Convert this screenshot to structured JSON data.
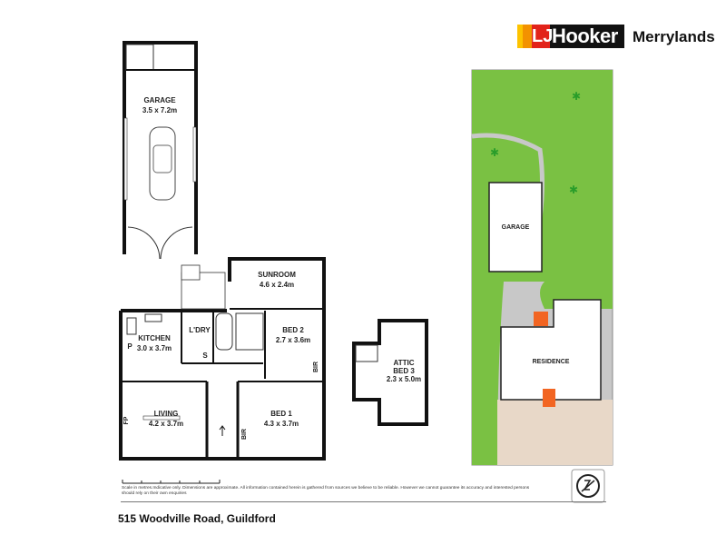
{
  "brand": {
    "logo_text": "LJ Hooker",
    "office": "Merrylands",
    "colors": {
      "red": "#e2231a",
      "orange": "#f39200",
      "yellow": "#fdc300",
      "black": "#111111"
    }
  },
  "rooms": {
    "garage": {
      "name": "GARAGE",
      "dims": "3.5 x 7.2m"
    },
    "sunroom": {
      "name": "SUNROOM",
      "dims": "4.6 x 2.4m"
    },
    "kitchen": {
      "name": "KITCHEN",
      "dims": "3.0 x 3.7m"
    },
    "laundry": {
      "name": "L'DRY"
    },
    "bed2": {
      "name": "BED 2",
      "dims": "2.7 x 3.6m"
    },
    "living": {
      "name": "LIVING",
      "dims": "4.2 x 3.7m"
    },
    "bed1": {
      "name": "BED 1",
      "dims": "4.3 x 3.7m"
    },
    "attic": {
      "name": "ATTIC",
      "name2": "BED 3",
      "dims": "2.3 x 5.0m"
    }
  },
  "fixtures": {
    "pantry": "P",
    "store": "S",
    "fireplace": "FP",
    "bir": "BIR"
  },
  "site": {
    "garage": "GARAGE",
    "residence": "RESIDENCE",
    "colors": {
      "lawn": "#7ac143",
      "paving": "#c8c8c8",
      "garden": "#e8d8c8",
      "entry": "#f26522"
    }
  },
  "footer": {
    "disclaimer": "Scale in metres.Indicative only. Dimensions are approximate. All information contained herein is gathered from sources we believe to be reliable. However we cannot guarantee its accuracy and interested persons should rely on their own enquiries",
    "address": "515 Woodville Road, Guildford"
  }
}
